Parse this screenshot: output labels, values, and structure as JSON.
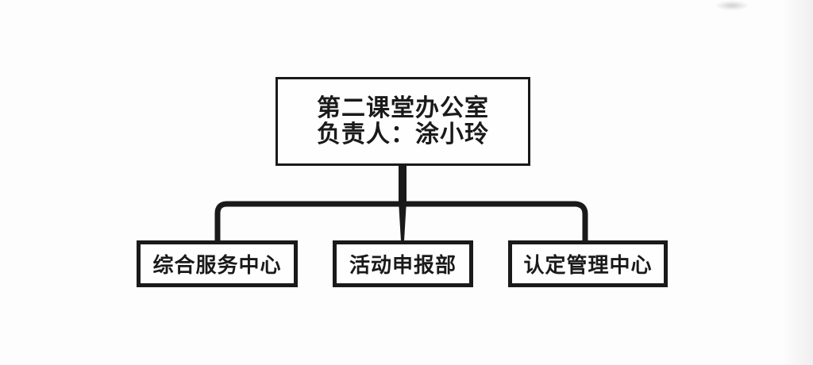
{
  "colors": {
    "line": "#1a1a1a",
    "background": "#fdfdfd"
  },
  "diagram": {
    "type": "org-chart",
    "root": {
      "title": "第二课堂办公室",
      "subtitle": "负责人：涂小玲"
    },
    "children": [
      {
        "label": "综合服务中心"
      },
      {
        "label": "活动申报部"
      },
      {
        "label": "认定管理中心"
      }
    ]
  }
}
